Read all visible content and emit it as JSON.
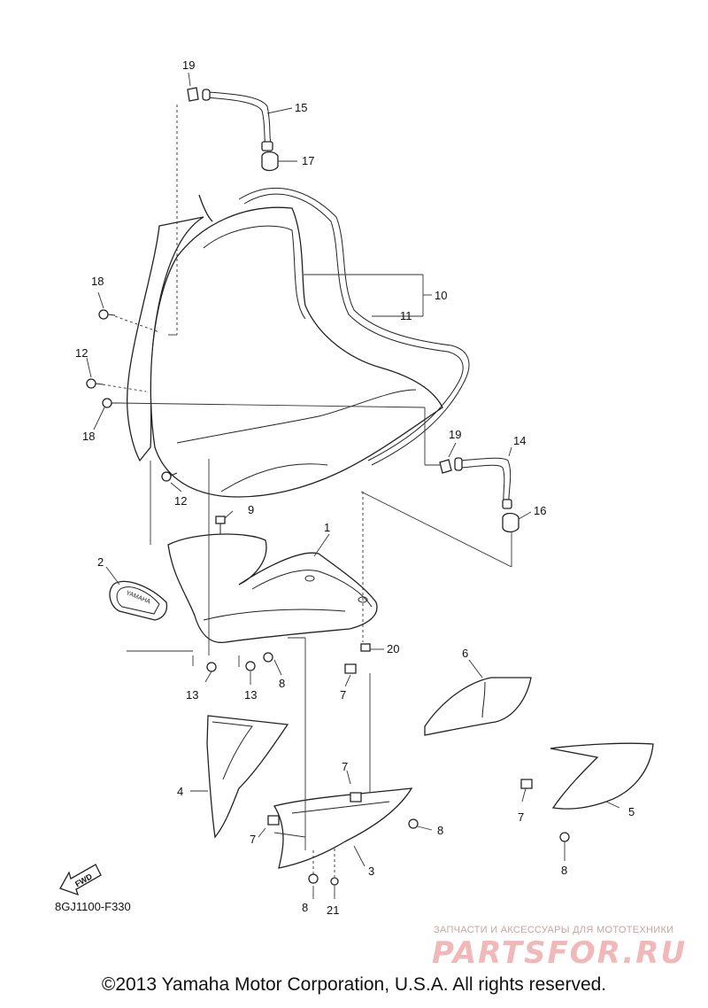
{
  "labels": {
    "p1": "1",
    "p2": "2",
    "p3": "3",
    "p4": "4",
    "p5": "5",
    "p6": "6",
    "p7a": "7",
    "p7b": "7",
    "p7c": "7",
    "p7d": "7",
    "p8a": "8",
    "p8b": "8",
    "p8c": "8",
    "p8d": "8",
    "p9": "9",
    "p10": "10",
    "p11": "11",
    "p12a": "12",
    "p12b": "12",
    "p13a": "13",
    "p13b": "13",
    "p14": "14",
    "p15": "15",
    "p16": "16",
    "p17": "17",
    "p18a": "18",
    "p18b": "18",
    "p19a": "19",
    "p19b": "19",
    "p20": "20",
    "p21": "21"
  },
  "fwd_label": "FWD",
  "emblem_text": "YAMAHA",
  "diagram_code": "8GJ1100-F330",
  "watermark_tagline": "ЗАПЧАСТИ И АКСЕССУАРЫ ДЛЯ МОТОТЕХНИКИ",
  "watermark_logo": "PARTSFOR.RU",
  "copyright": "©2013 Yamaha Motor Corporation, U.S.A. All rights reserved."
}
